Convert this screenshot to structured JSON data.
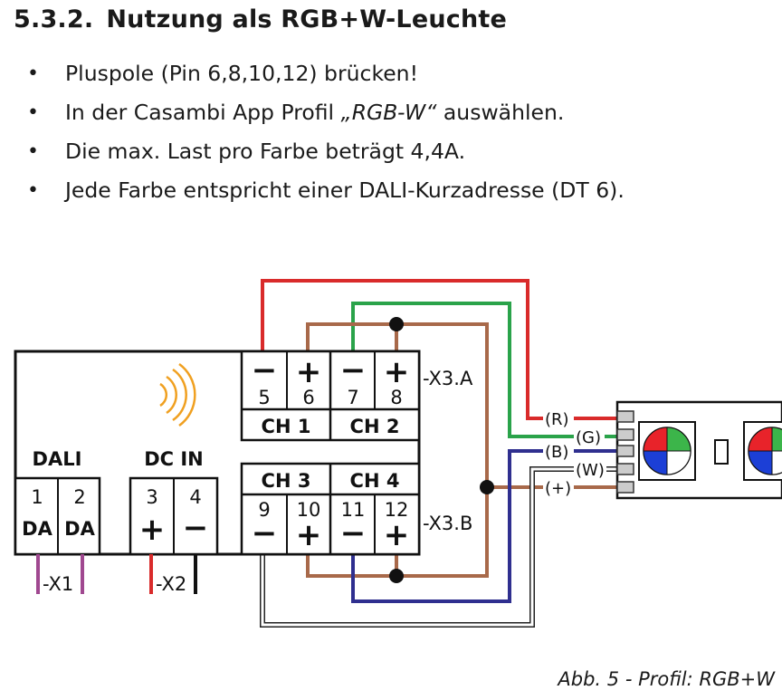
{
  "heading": {
    "number": "5.3.2.",
    "title": "Nutzung als RGB+W-Leuchte"
  },
  "bullets": [
    {
      "pre": "Pluspole (Pin 6,8,10,12) brücken!",
      "em": "",
      "post": ""
    },
    {
      "pre": "In der Casambi App Profil ",
      "em": "„RGB-W“",
      "post": " auswählen."
    },
    {
      "pre": "Die max. Last pro Farbe beträgt 4,4A.",
      "em": "",
      "post": ""
    },
    {
      "pre": "Jede Farbe entspricht einer DALI-Kurzadresse (DT 6).",
      "em": "",
      "post": ""
    }
  ],
  "bullet_glyph": "•",
  "diagram": {
    "dali_label": "DALI",
    "dcin_label": "DC IN",
    "pins": {
      "p1": "1",
      "p2": "2",
      "p3": "3",
      "p4": "4",
      "p5": "5",
      "p6": "6",
      "p7": "7",
      "p8": "8",
      "p9": "9",
      "p10": "10",
      "p11": "11",
      "p12": "12"
    },
    "dali_pin_1": "DA",
    "dali_pin_2": "DA",
    "plus_sign": "+",
    "minus_sign": "−",
    "ch1": "CH 1",
    "ch2": "CH 2",
    "ch3": "CH 3",
    "ch4": "CH 4",
    "x1": "-X1",
    "x2": "-X2",
    "x3a": "-X3.A",
    "x3b": "-X3.B",
    "wire_r": "(R)",
    "wire_g": "(G)",
    "wire_b": "(B)",
    "wire_w": "(W)",
    "wire_plus": "(+)",
    "colors": {
      "red": "#d92b2b",
      "green": "#2aa34a",
      "blue": "#2f2f8f",
      "brown": "#a8694a",
      "purple": "#a04890",
      "wifi": "#f0a020",
      "led_red": "#e8232a",
      "led_green": "#3cb54a",
      "led_blue": "#1c3fd6"
    }
  },
  "caption": "Abb. 5  -  Profil: RGB+W"
}
